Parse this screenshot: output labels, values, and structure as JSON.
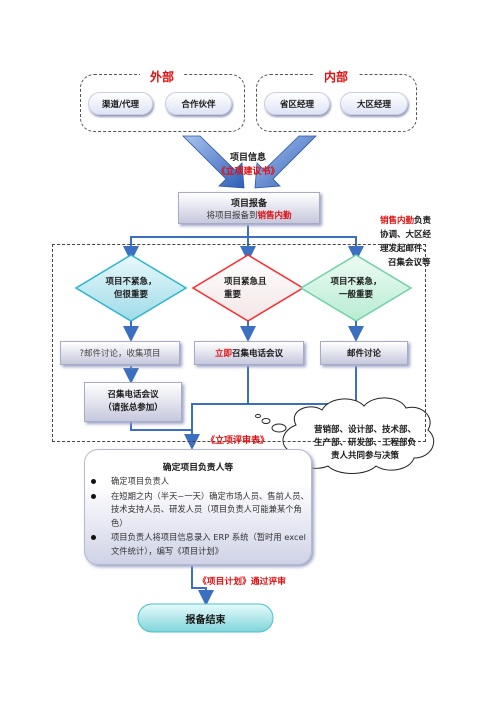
{
  "external": {
    "title": "外部",
    "channel": "渠道/代理",
    "partner": "合作伙伴"
  },
  "internal": {
    "title": "内部",
    "province_manager": "省区经理",
    "region_manager": "大区经理"
  },
  "project_info": {
    "label": "项目信息",
    "doc": "《立项建议书》"
  },
  "report": {
    "title": "项目报备",
    "desc_prefix": "将项目报备到",
    "desc_highlight": "销售内勤"
  },
  "side_note": {
    "line1_red": "销售内勤",
    "line1_rest": "负责",
    "line2": "协调、大区经",
    "line3": "理发起邮件、",
    "line4": "召集会议等"
  },
  "branches": {
    "left": {
      "line1": "项目不紧急，",
      "line2": "但很重要",
      "action": "?邮件讨论，收集项目"
    },
    "middle": {
      "line1": "项目紧急且",
      "line2": "重要",
      "action_red": "立即",
      "action_rest": "召集电话会议"
    },
    "right": {
      "line1": "项目不紧急，",
      "line2": "一般重要",
      "action": "邮件讨论"
    }
  },
  "phone_meeting": {
    "line1": "召集电话会议",
    "line2": "（请张总参加）"
  },
  "review_doc": "《立项评审表》",
  "cloud": {
    "line1": "营销部、设计部、技术部、",
    "line2": "生产部、研发部、工程部负",
    "line3": "责人共同参与决策"
  },
  "owner_box": {
    "title": "确定项目负责人等",
    "items": [
      "确定项目负责人",
      "在短期之内（半天~一天）确定市场人员、售前人员、技术支持人员、研发人员（项目负责人可能兼某个角色）",
      "项目负责人将项目信息录入 ERP 系统（暂时用 excel 文件统计），编写《项目计划》"
    ]
  },
  "plan_review": "《项目计划》通过评审",
  "end": "报备结束",
  "colors": {
    "arrow": "#4a7dc9",
    "connector": "#3b6fc0",
    "diamond_left": "#2cb5cf",
    "diamond_middle": "#ff2a2a",
    "diamond_right": "#6fd1a8",
    "highlight_red": "#e01010",
    "end_fill": "#4bc0c8"
  }
}
